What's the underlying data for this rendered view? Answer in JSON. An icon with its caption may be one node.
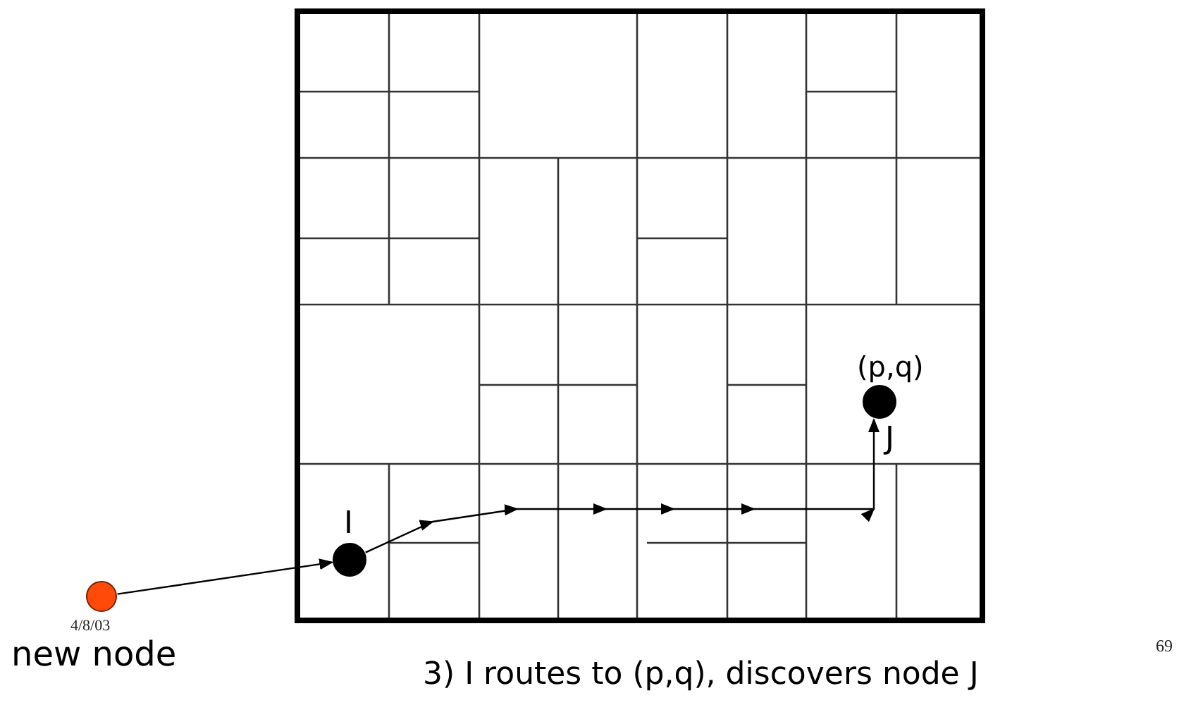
{
  "diagram": {
    "caption": "3) I routes to (p,q), discovers node J",
    "nodes": [
      {
        "text": [],
        "shape": "circle",
        "beside": [
          "new node"
        ]
      },
      {
        "text": [],
        "shape": "circle",
        "beside": [
          "I"
        ]
      },
      {
        "text": [],
        "shape": "circle",
        "beside": [
          "(p,q)",
          "J"
        ]
      }
    ],
    "edges": [
      {
        "from": 0,
        "to": 1,
        "arrow": "to"
      },
      {
        "from": 1,
        "to": 2,
        "arrow": "to"
      }
    ],
    "labels": [
      "4/8/03",
      "69"
    ]
  }
}
